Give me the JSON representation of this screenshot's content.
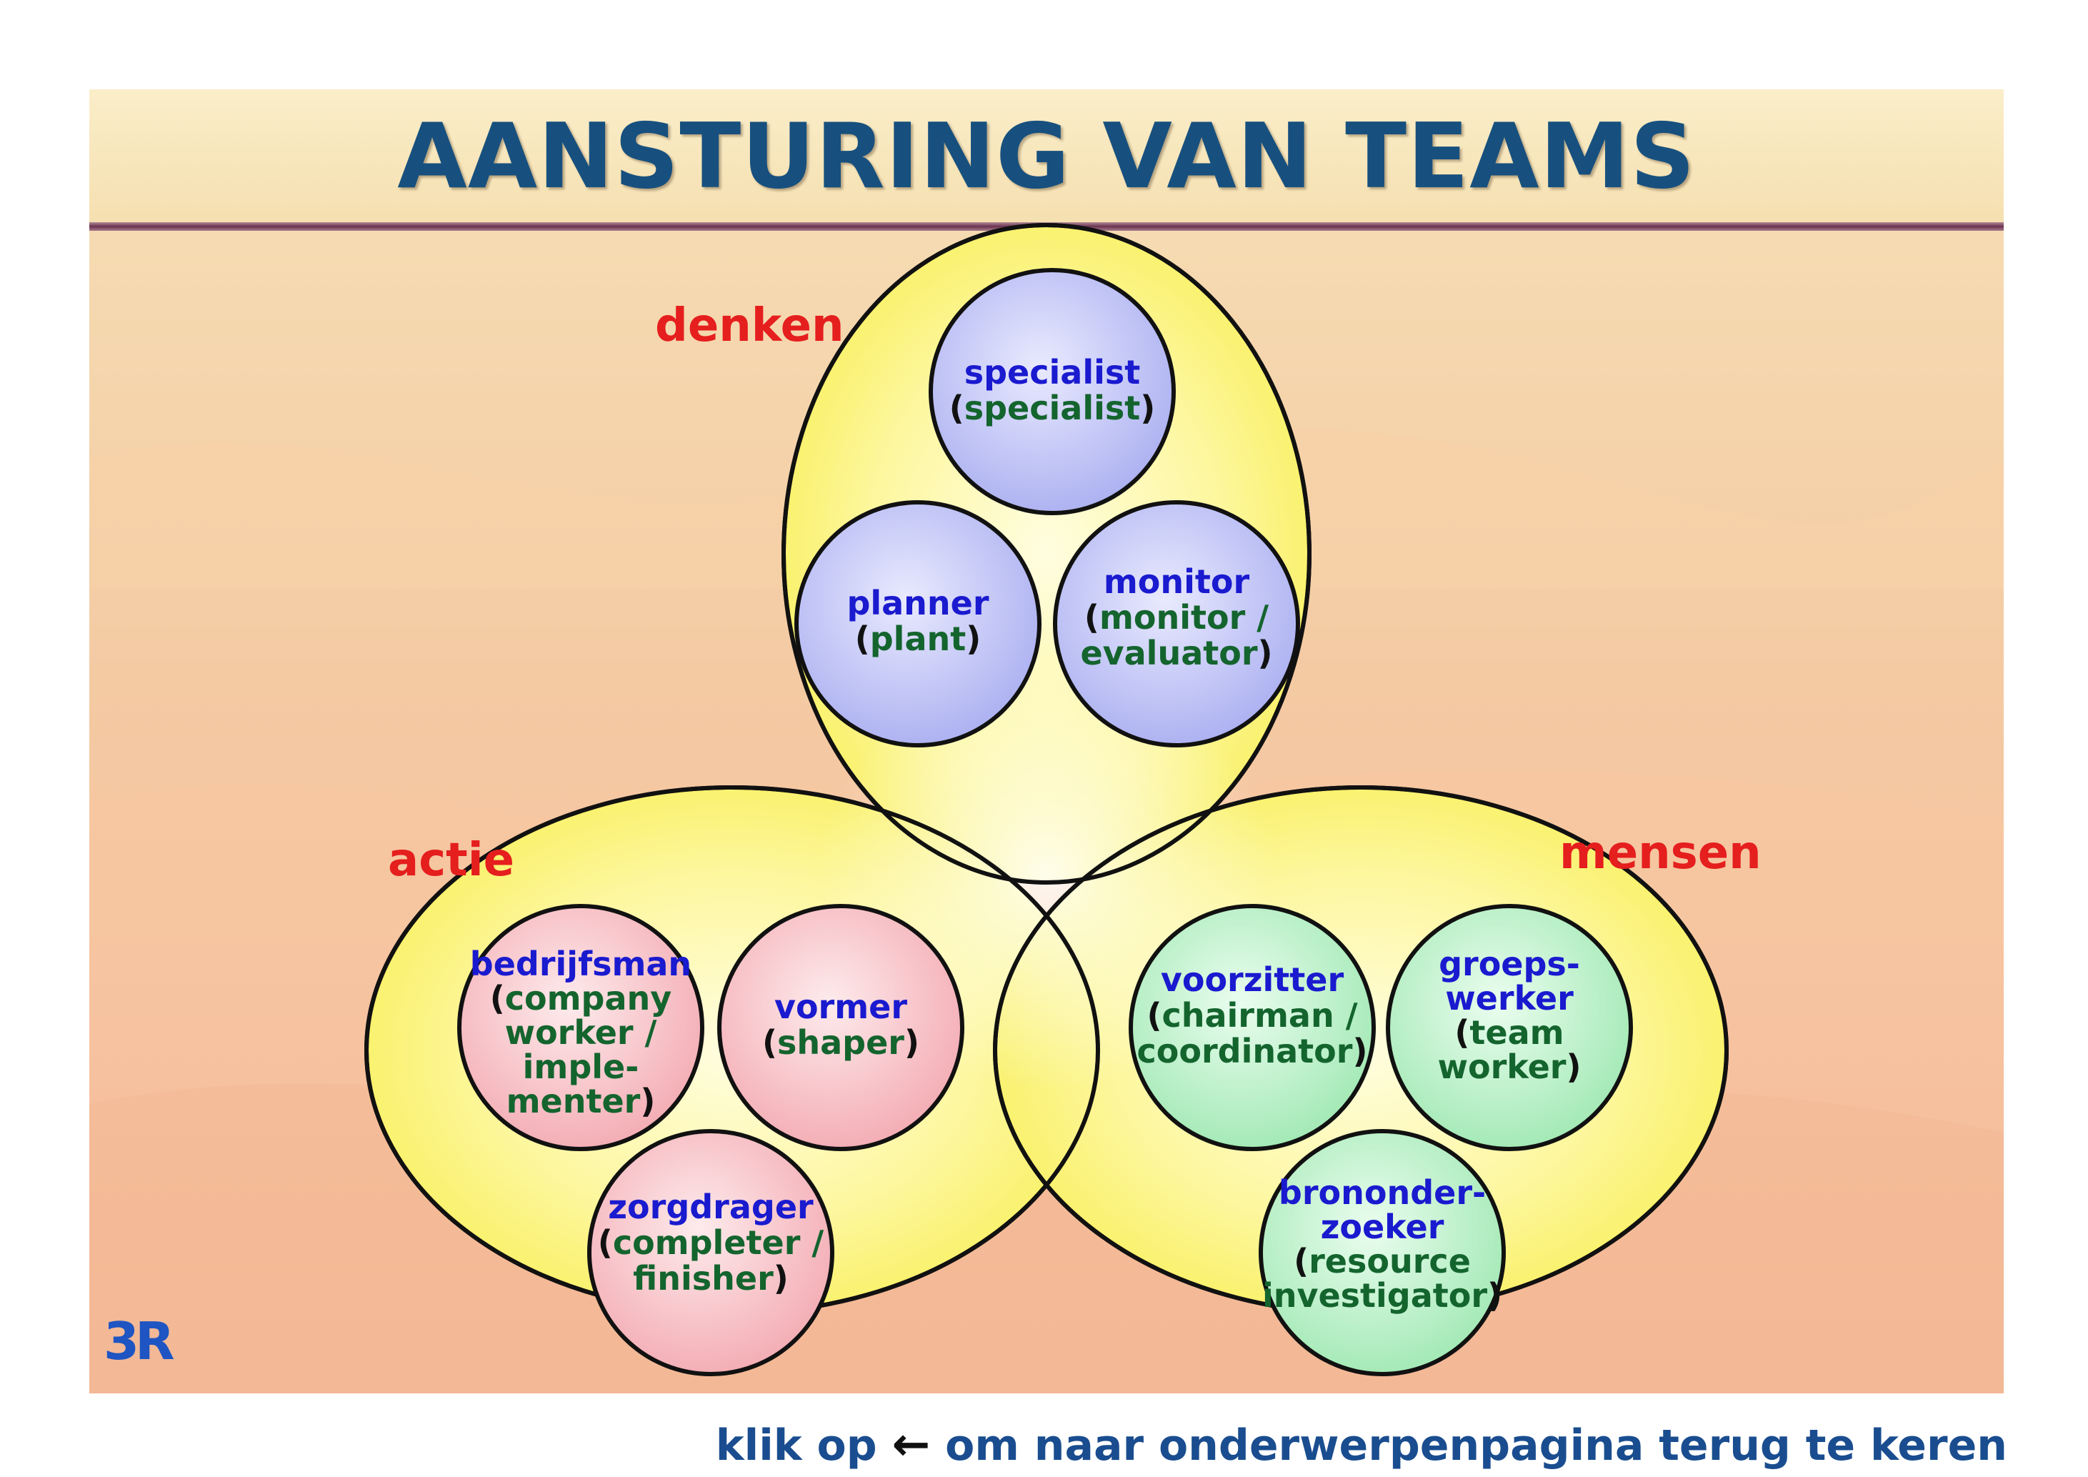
{
  "title": "AANSTURING VAN TEAMS",
  "groups": {
    "denken": "denken",
    "actie": "actie",
    "mensen": "mensen"
  },
  "roles": {
    "specialist": {
      "nl": "specialist",
      "en": "specialist"
    },
    "planner": {
      "nl": "planner",
      "en": "plant"
    },
    "monitor": {
      "nl": "monitor",
      "en_1": "monitor /",
      "en_2": "evaluator"
    },
    "bedrijfsman": {
      "nl": "bedrijfsman",
      "en_1": "company",
      "en_2": "worker /",
      "en_3": "imple-",
      "en_4": "menter"
    },
    "vormer": {
      "nl": "vormer",
      "en": "shaper"
    },
    "zorgdrager": {
      "nl": "zorgdrager",
      "en_1": "completer /",
      "en_2": "finisher"
    },
    "voorzitter": {
      "nl": "voorzitter",
      "en_1": "chairman /",
      "en_2": "coordinator"
    },
    "groepswerker": {
      "nl_1": "groeps-",
      "nl_2": "werker",
      "en_1": "team",
      "en_2": "worker"
    },
    "brononderzoeker": {
      "nl_1": "brononder-",
      "nl_2": "zoeker",
      "en_1": "resource",
      "en_2": "investigator"
    }
  },
  "colors": {
    "title": "#17507e",
    "group_label": "#e51e1e",
    "ellipse_fill": "#fbf46a",
    "denken_circles": "#b9bdf2",
    "actie_circles": "#f5b9bf",
    "mensen_circles": "#b6efc4"
  },
  "logo": "3R",
  "footer": {
    "prefix": "klik op",
    "arrow": "←",
    "suffix": "om naar onderwerpenpagina terug te keren"
  }
}
